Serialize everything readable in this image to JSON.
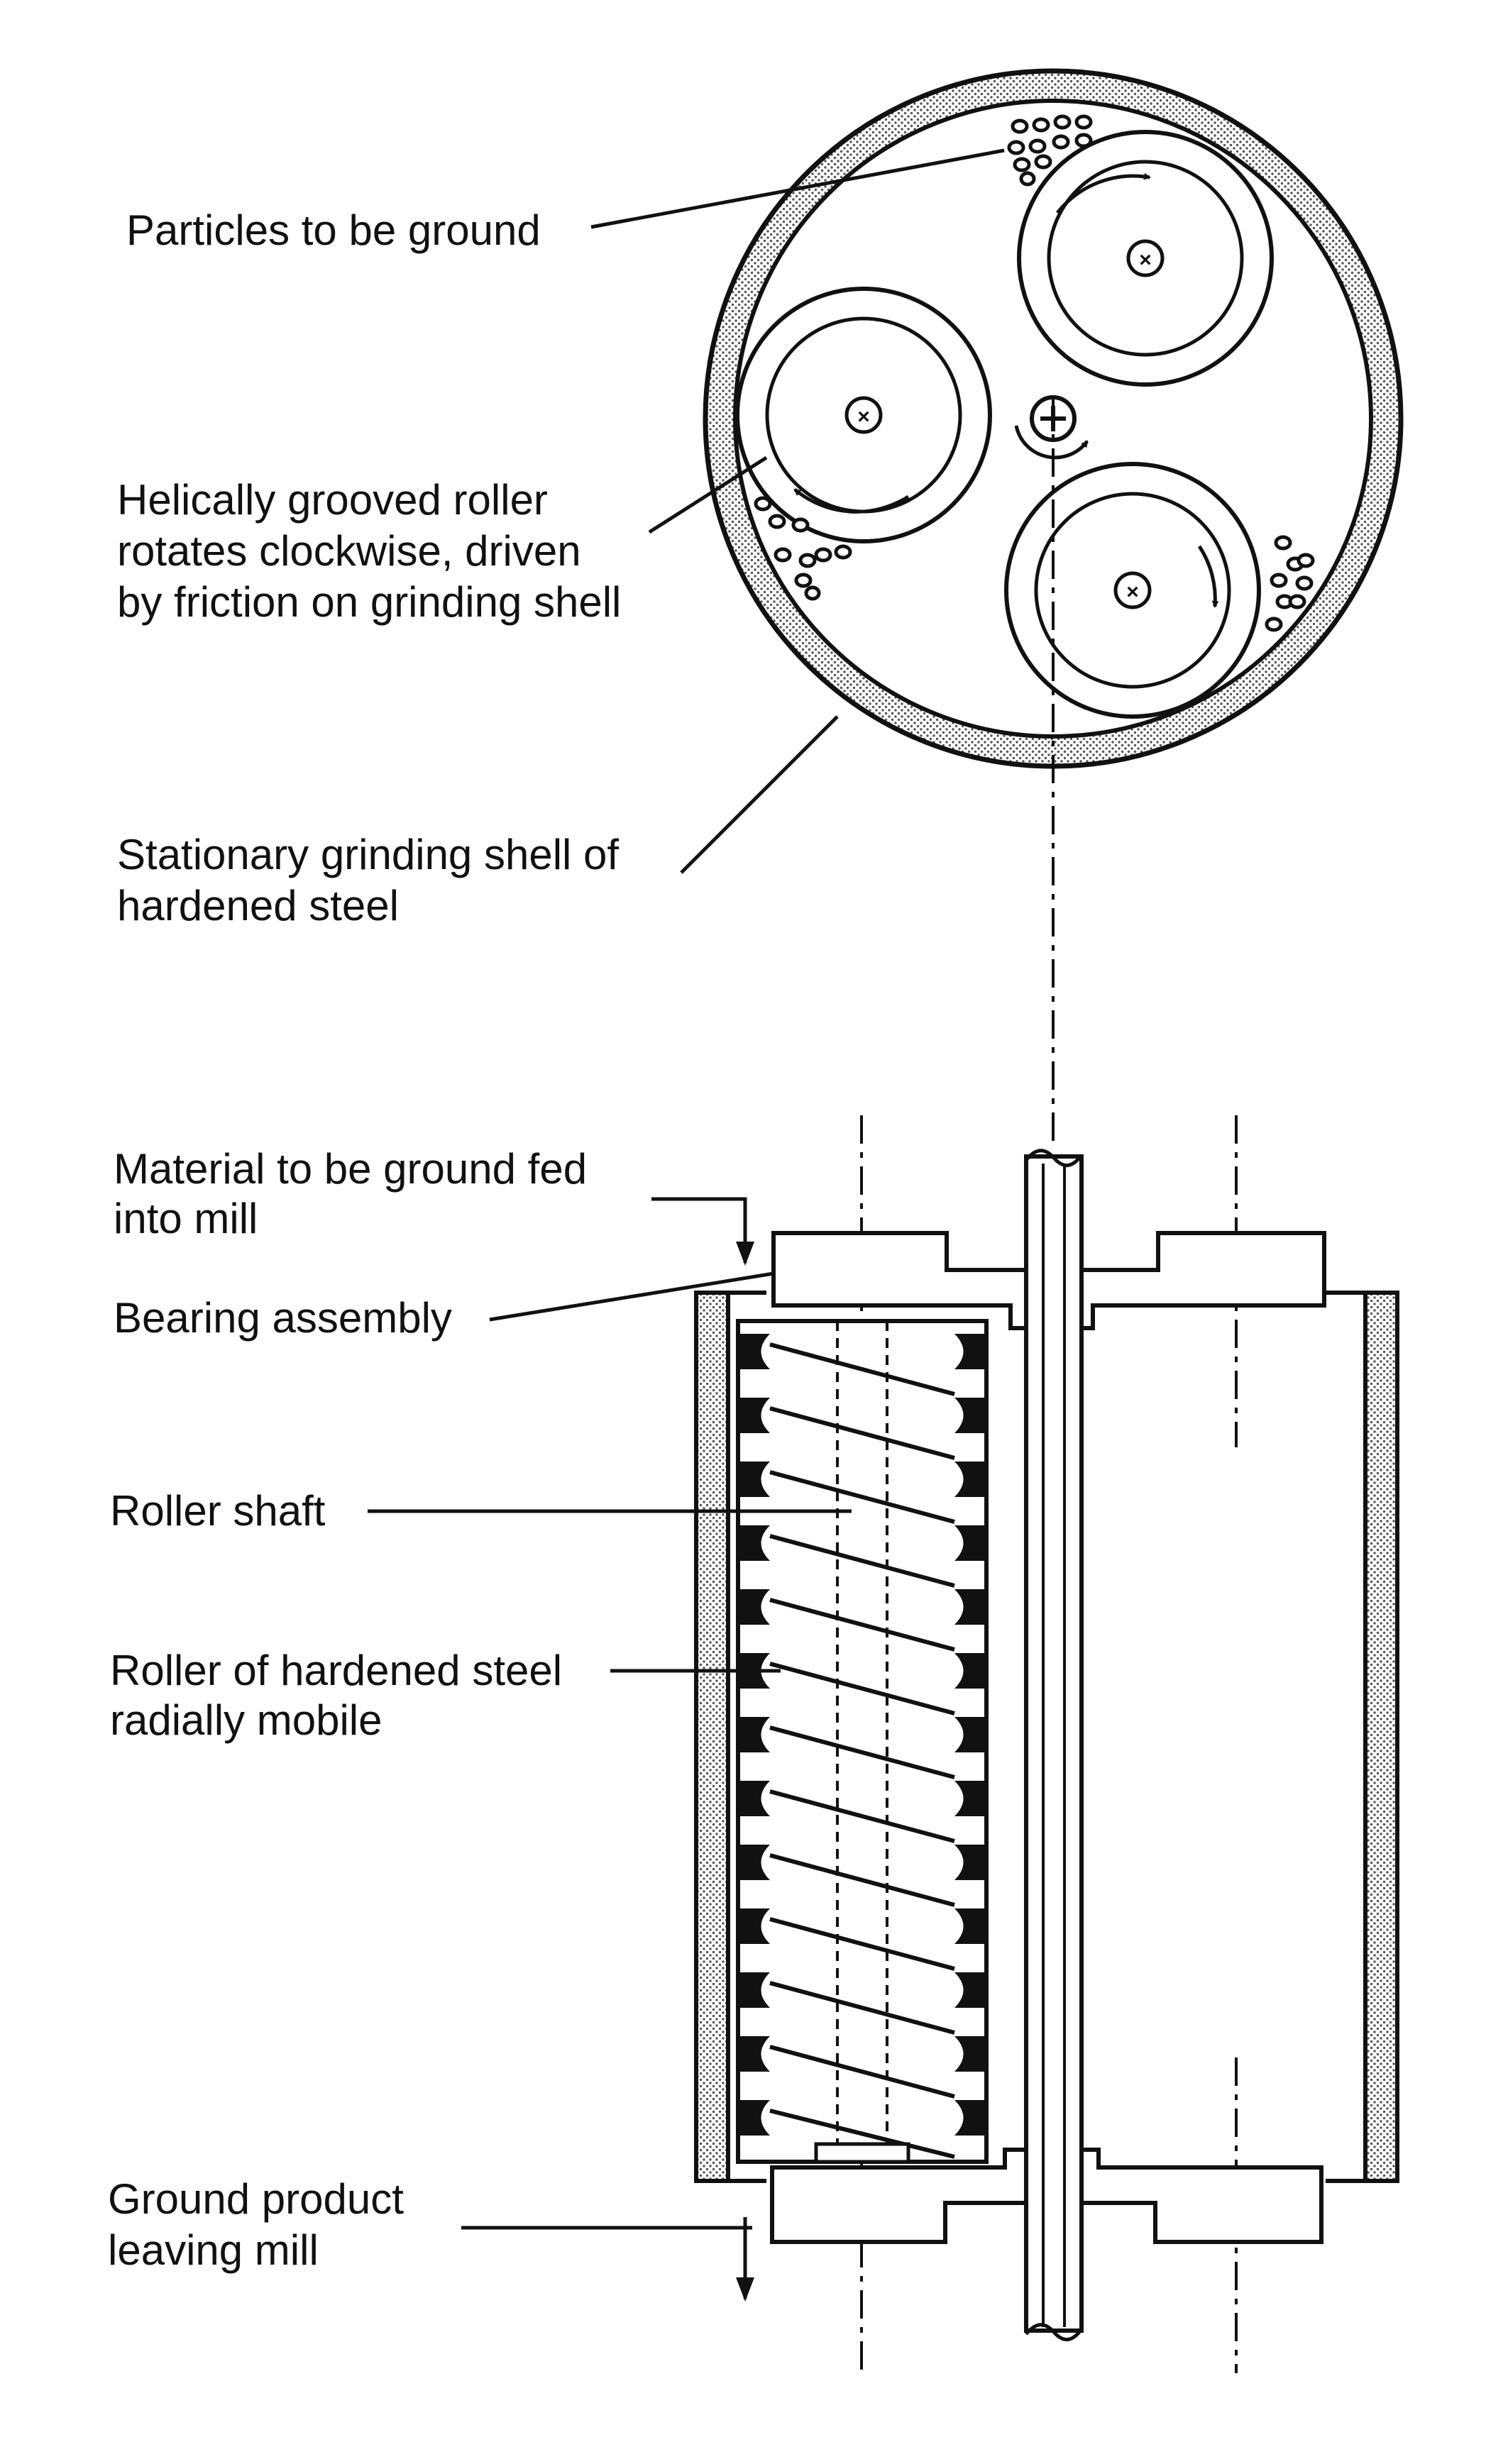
{
  "labels": {
    "particles": "Particles to be ground",
    "roller_top_1": "Helically grooved roller",
    "roller_top_2": "rotates clockwise, driven",
    "roller_top_3": "by friction on grinding shell",
    "shell_1": "Stationary grinding shell of",
    "shell_2": "hardened steel",
    "material_1": "Material to be ground fed",
    "material_2": "into mill",
    "bearing": "Bearing assembly",
    "shaft": "Roller shaft",
    "roller_1": "Roller of hardened steel",
    "roller_2": "radially mobile",
    "product_1": "Ground product",
    "product_2": "leaving mill"
  },
  "colors": {
    "ink": "#111111",
    "paper": "#ffffff",
    "shell_stipple": "#c4c4c4"
  }
}
